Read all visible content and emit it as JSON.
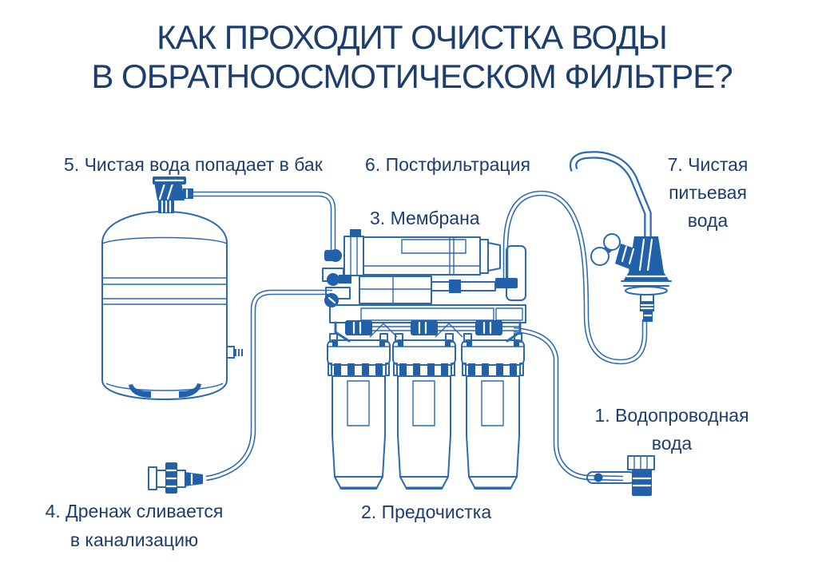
{
  "title": {
    "line1": "КАК ПРОХОДИТ ОЧИСТКА ВОДЫ",
    "line2": "В ОБРАТНООСМОТИЧЕСКОМ ФИЛЬТРЕ?"
  },
  "labels": {
    "step1": {
      "line1": "1. Водопроводная",
      "line2": "вода"
    },
    "step2": "2. Предочистка",
    "step3": "3. Мембрана",
    "step4": {
      "line1": "4. Дренаж сливается",
      "line2": "в канализацию"
    },
    "step5": "5. Чистая вода попадает в бак",
    "step6": "6. Постфильтрация",
    "step7": {
      "line1": "7. Чистая",
      "line2": "питьевая",
      "line3": "вода"
    }
  },
  "colors": {
    "line_blue": "#2b69b1",
    "fill_blue": "#2161aa",
    "text_navy": "#1c3e6d",
    "background": "#ffffff"
  },
  "components": [
    "storage-tank",
    "tank-valve",
    "tank-to-membrane-tube",
    "membrane-housing",
    "prefilter-cartridges",
    "drain-tube",
    "drain-saddle-clamp",
    "inlet-tube",
    "inlet-valve",
    "membrane-to-faucet-tube",
    "drinking-water-faucet"
  ]
}
